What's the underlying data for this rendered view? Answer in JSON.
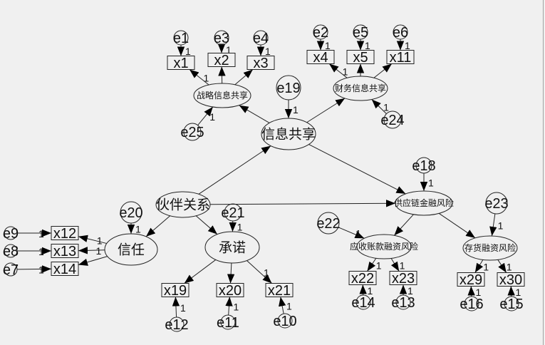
{
  "diagram": {
    "colors": {
      "background": "#f0f0f0",
      "stroke": "#222222",
      "text": "#111111"
    },
    "latent": [
      {
        "id": "zl",
        "label": "战略信息共享"
      },
      {
        "id": "xx",
        "label": "信息共享"
      },
      {
        "id": "cw",
        "label": "财务信息共享"
      },
      {
        "id": "gy",
        "label": "供应链金融风险"
      },
      {
        "id": "hb",
        "label": "伙伴关系"
      },
      {
        "id": "xr",
        "label": "信任"
      },
      {
        "id": "cn",
        "label": "承诺"
      },
      {
        "id": "ys",
        "label": "应收账款融资风险"
      },
      {
        "id": "ch",
        "label": "存货融资风险"
      }
    ],
    "observed": [
      {
        "id": "x1",
        "label": "x1"
      },
      {
        "id": "x2",
        "label": "x2"
      },
      {
        "id": "x3",
        "label": "x3"
      },
      {
        "id": "x4",
        "label": "x4"
      },
      {
        "id": "x5",
        "label": "x5"
      },
      {
        "id": "x11",
        "label": "x11"
      },
      {
        "id": "x12",
        "label": "x12"
      },
      {
        "id": "x13",
        "label": "x13"
      },
      {
        "id": "x14",
        "label": "x14"
      },
      {
        "id": "x19",
        "label": "x19"
      },
      {
        "id": "x20",
        "label": "x20"
      },
      {
        "id": "x21",
        "label": "x21"
      },
      {
        "id": "x22",
        "label": "x22"
      },
      {
        "id": "x23",
        "label": "x23"
      },
      {
        "id": "x29",
        "label": "x29"
      },
      {
        "id": "x30",
        "label": "x30"
      }
    ],
    "errors": [
      {
        "id": "e1",
        "label": "e1"
      },
      {
        "id": "e3",
        "label": "e3"
      },
      {
        "id": "e4",
        "label": "e4"
      },
      {
        "id": "e2",
        "label": "e2"
      },
      {
        "id": "e5",
        "label": "e5"
      },
      {
        "id": "e6",
        "label": "e6"
      },
      {
        "id": "e25",
        "label": "e25"
      },
      {
        "id": "e19",
        "label": "e19"
      },
      {
        "id": "e24",
        "label": "e24"
      },
      {
        "id": "e18",
        "label": "e18"
      },
      {
        "id": "e20",
        "label": "e20"
      },
      {
        "id": "e21",
        "label": "e21"
      },
      {
        "id": "e9",
        "label": "e9"
      },
      {
        "id": "e8",
        "label": "e8"
      },
      {
        "id": "e7",
        "label": "e7"
      },
      {
        "id": "e12",
        "label": "e12"
      },
      {
        "id": "e11",
        "label": "e11"
      },
      {
        "id": "e10",
        "label": "e10"
      },
      {
        "id": "e22",
        "label": "e22"
      },
      {
        "id": "e23",
        "label": "e23"
      },
      {
        "id": "e14",
        "label": "e14"
      },
      {
        "id": "e13",
        "label": "e13"
      },
      {
        "id": "e16",
        "label": "e16"
      },
      {
        "id": "e15",
        "label": "e15"
      }
    ],
    "paths": [
      [
        "e1",
        "x1"
      ],
      [
        "e3",
        "x2"
      ],
      [
        "e4",
        "x3"
      ],
      [
        "zl",
        "x1"
      ],
      [
        "zl",
        "x2"
      ],
      [
        "zl",
        "x3"
      ],
      [
        "e25",
        "zl"
      ],
      [
        "e2",
        "x4"
      ],
      [
        "e5",
        "x5"
      ],
      [
        "e6",
        "x11"
      ],
      [
        "cw",
        "x4"
      ],
      [
        "cw",
        "x5"
      ],
      [
        "cw",
        "x11"
      ],
      [
        "e24",
        "cw"
      ],
      [
        "xx",
        "zl"
      ],
      [
        "xx",
        "cw"
      ],
      [
        "e19",
        "xx"
      ],
      [
        "hb",
        "xx"
      ],
      [
        "xx",
        "gy"
      ],
      [
        "hb",
        "gy"
      ],
      [
        "e18",
        "gy"
      ],
      [
        "hb",
        "xr"
      ],
      [
        "hb",
        "cn"
      ],
      [
        "e20",
        "xr"
      ],
      [
        "e21",
        "cn"
      ],
      [
        "xr",
        "x12"
      ],
      [
        "xr",
        "x13"
      ],
      [
        "xr",
        "x14"
      ],
      [
        "e9",
        "x12"
      ],
      [
        "e8",
        "x13"
      ],
      [
        "e7",
        "x14"
      ],
      [
        "cn",
        "x19"
      ],
      [
        "cn",
        "x20"
      ],
      [
        "cn",
        "x21"
      ],
      [
        "e12",
        "x19"
      ],
      [
        "e11",
        "x20"
      ],
      [
        "e10",
        "x21"
      ],
      [
        "gy",
        "ys"
      ],
      [
        "gy",
        "ch"
      ],
      [
        "e22",
        "ys"
      ],
      [
        "e23",
        "ch"
      ],
      [
        "ys",
        "x22"
      ],
      [
        "ys",
        "x23"
      ],
      [
        "ch",
        "x29"
      ],
      [
        "ch",
        "x30"
      ],
      [
        "e14",
        "x22"
      ],
      [
        "e13",
        "x23"
      ],
      [
        "e16",
        "x29"
      ],
      [
        "e15",
        "x30"
      ]
    ],
    "fixed_weight_label": "1"
  }
}
